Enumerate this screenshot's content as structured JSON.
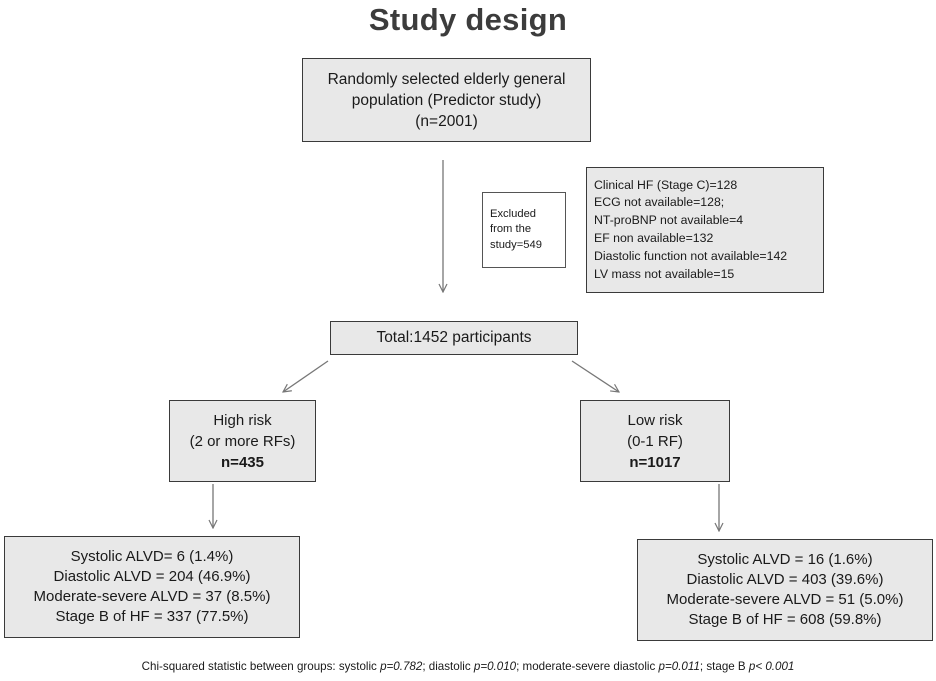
{
  "title": "Study design",
  "source": {
    "lines": [
      "Randomly selected elderly general",
      "population (Predictor study)",
      "(n=2001)"
    ]
  },
  "excluded": {
    "lines": [
      "Excluded",
      "from the",
      "study=549"
    ]
  },
  "exclusion_reasons": [
    "Clinical HF (Stage C)=128",
    "ECG not available=128;",
    "NT-proBNP not available=4",
    "EF non available=132",
    "Diastolic function not available=142",
    "LV mass not available=15"
  ],
  "total": "Total:1452 participants",
  "high_risk": {
    "label": "High risk",
    "criteria": "(2 or more RFs)",
    "n": "n=435",
    "results": [
      "Systolic ALVD= 6 (1.4%)",
      "Diastolic ALVD = 204 (46.9%)",
      "Moderate-severe ALVD = 37 (8.5%)",
      "Stage B of HF = 337 (77.5%)"
    ]
  },
  "low_risk": {
    "label": "Low risk",
    "criteria": "(0-1 RF)",
    "n": "n=1017",
    "results": [
      "Systolic ALVD = 16 (1.6%)",
      "Diastolic ALVD = 403 (39.6%)",
      "Moderate-severe ALVD = 51 (5.0%)",
      "Stage B of HF = 608 (59.8%)"
    ]
  },
  "footnote": {
    "prefix": "Chi-squared statistic between groups: systolic ",
    "p_systolic": "p=0.782",
    "sep1": "; diastolic ",
    "p_diastolic": "p=0.010",
    "sep2": "; moderate-severe diastolic ",
    "p_modsev": "p=0.011",
    "sep3": "; stage B ",
    "p_stageb": "p< 0.001"
  },
  "colors": {
    "box_fill": "#e8e8e8",
    "border": "#3a3a3a",
    "arrow": "#777777",
    "title": "#3c3c3c"
  }
}
